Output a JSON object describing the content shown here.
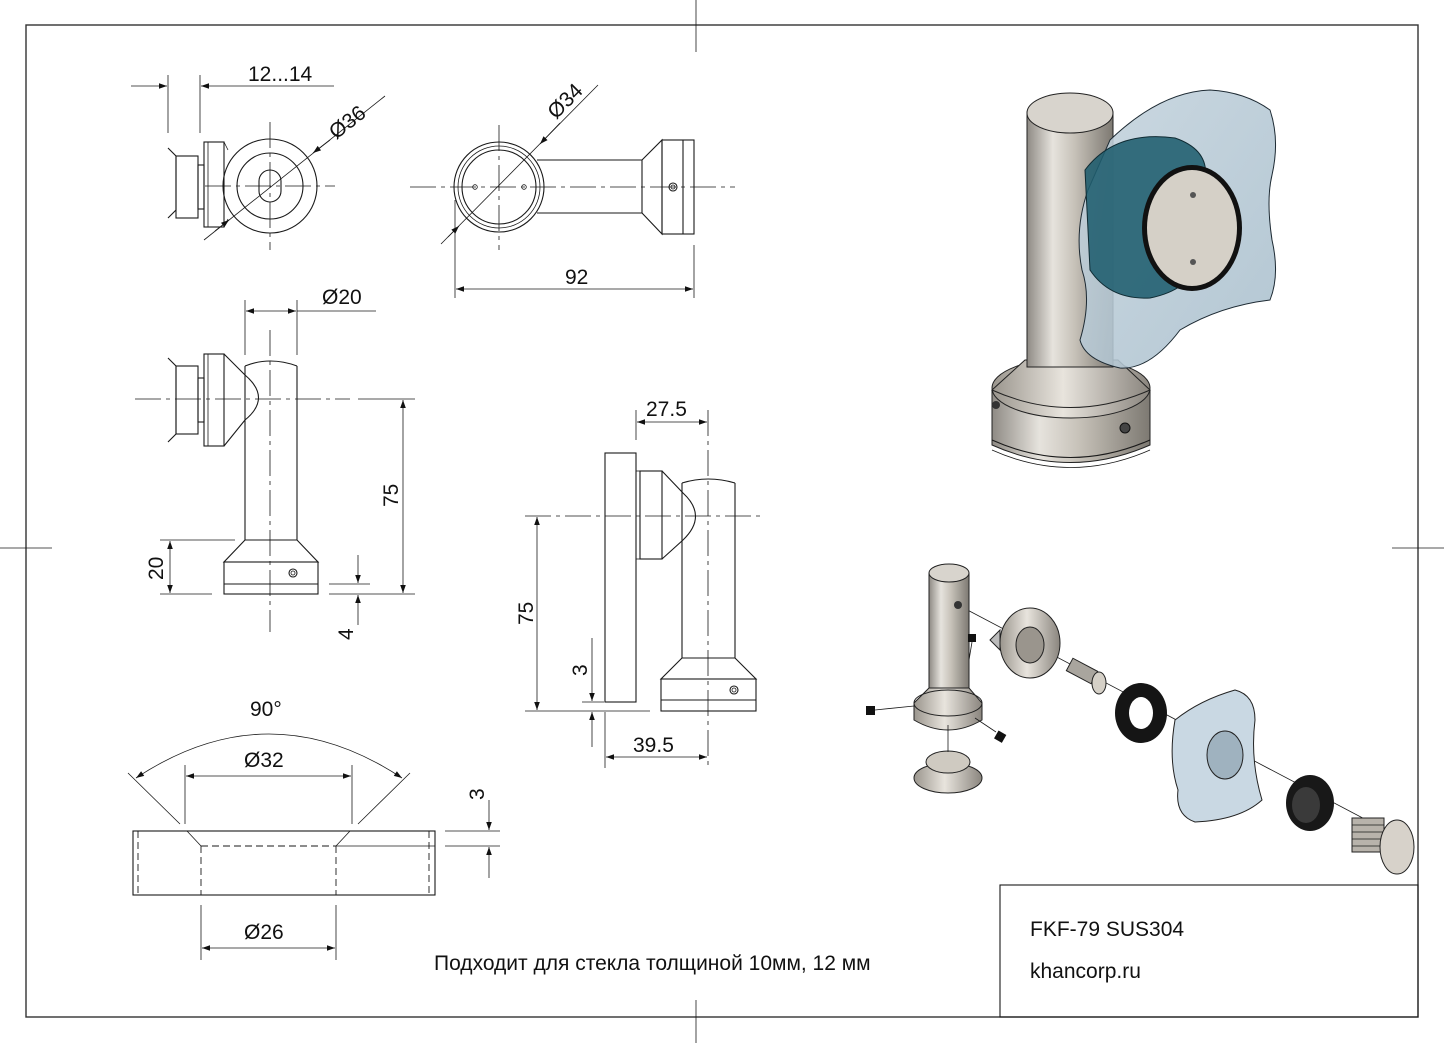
{
  "sheet": {
    "product_code": "FKF-79 SUS304",
    "website": "khancorp.ru",
    "note": "Подходит для стекла толщиной 10мм, 12 мм"
  },
  "views": {
    "top_left": {
      "dim_glass_thickness": "12...14",
      "dim_diameter": "Ø36"
    },
    "top_center": {
      "dim_diameter": "Ø34",
      "dim_length": "92"
    },
    "front": {
      "dim_post_diameter": "Ø20",
      "dim_height": "75",
      "dim_base_height": "20",
      "dim_ring": "4"
    },
    "side": {
      "dim_offset": "27.5",
      "dim_height": "75",
      "dim_gap": "3",
      "dim_depth": "39.5"
    },
    "washer": {
      "dim_angle": "90°",
      "dim_outer": "Ø32",
      "dim_inner": "Ø26",
      "dim_thickness": "3"
    }
  },
  "colors": {
    "line": "#1a1a1a",
    "steel": "#c9c4bb",
    "glass": "#b9ccd8",
    "gasket_teal": "#1f5d6e",
    "rubber": "#1a1a1a"
  }
}
